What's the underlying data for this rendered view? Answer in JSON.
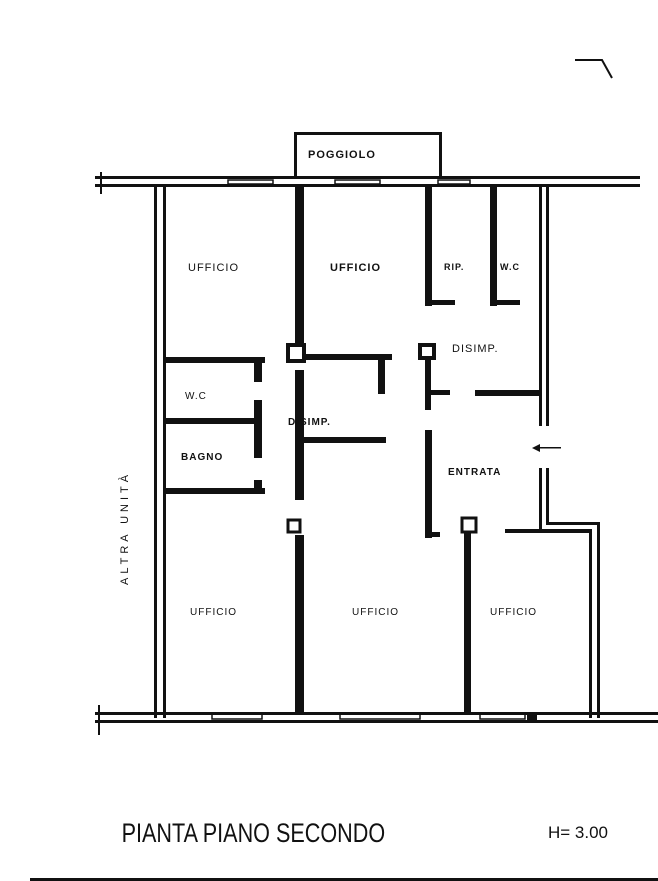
{
  "plan": {
    "balcony": "POGGIOLO",
    "rooms": {
      "office_top_left": "UFFICIO",
      "office_top_center": "UFFICIO",
      "storage": "RIP.",
      "wc_top": "W.C",
      "hall_right": "DISIMP.",
      "wc_left": "W.C",
      "hall_center": "DISIMP.",
      "bathroom": "BAGNO",
      "entrance": "ENTRATA",
      "office_bottom_left": "UFFICIO",
      "office_bottom_center": "UFFICIO",
      "office_bottom_right": "UFFICIO"
    },
    "adjacent_unit": "ALTRA UNITÀ"
  },
  "caption": {
    "title": "PIANTA PIANO SECONDO",
    "height": "H= 3.00"
  }
}
